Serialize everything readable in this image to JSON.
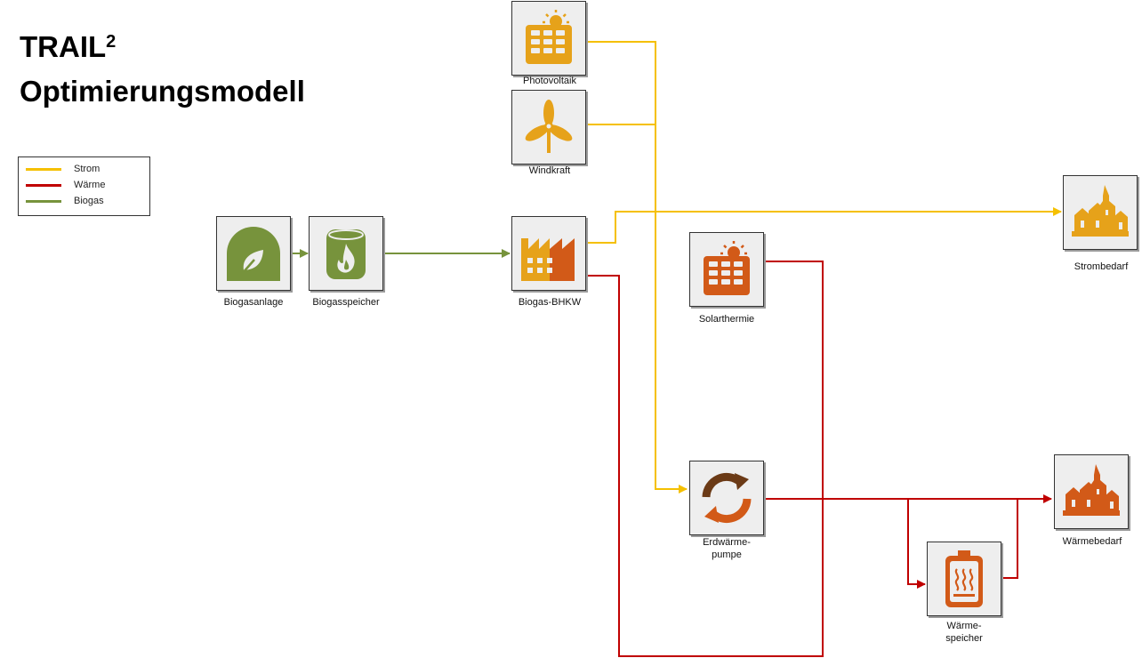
{
  "title": {
    "main": "TRAIL",
    "superscript": "2",
    "subtitle": "Optimierungsmodell"
  },
  "legend": [
    {
      "label": "Strom",
      "color": "#f5c000"
    },
    {
      "label": "Wärme",
      "color": "#c00000"
    },
    {
      "label": "Biogas",
      "color": "#77933c"
    }
  ],
  "nodes": {
    "photovoltaik": {
      "label": "Photovoltaik",
      "icon": "solar-panel-icon"
    },
    "windkraft": {
      "label": "Windkraft",
      "icon": "wind-turbine-icon"
    },
    "biogasanlage": {
      "label": "Biogasanlage",
      "icon": "biogas-plant-icon"
    },
    "biogasspeicher": {
      "label": "Biogasspeicher",
      "icon": "gas-tank-icon"
    },
    "bhkw": {
      "label": "Biogas-BHKW",
      "icon": "factory-icon"
    },
    "solarthermie": {
      "label": "Solarthermie",
      "icon": "solar-panel-icon"
    },
    "strombedarf": {
      "label": "Strombedarf",
      "icon": "village-icon"
    },
    "waermepumpe": {
      "label": "Erdwärme-\npumpe",
      "icon": "cycle-arrows-icon"
    },
    "waermebedarf": {
      "label": "Wärmebedarf",
      "icon": "village-icon"
    },
    "waermespeicher": {
      "label": "Wärme-\nspeicher",
      "icon": "heat-storage-icon"
    }
  }
}
